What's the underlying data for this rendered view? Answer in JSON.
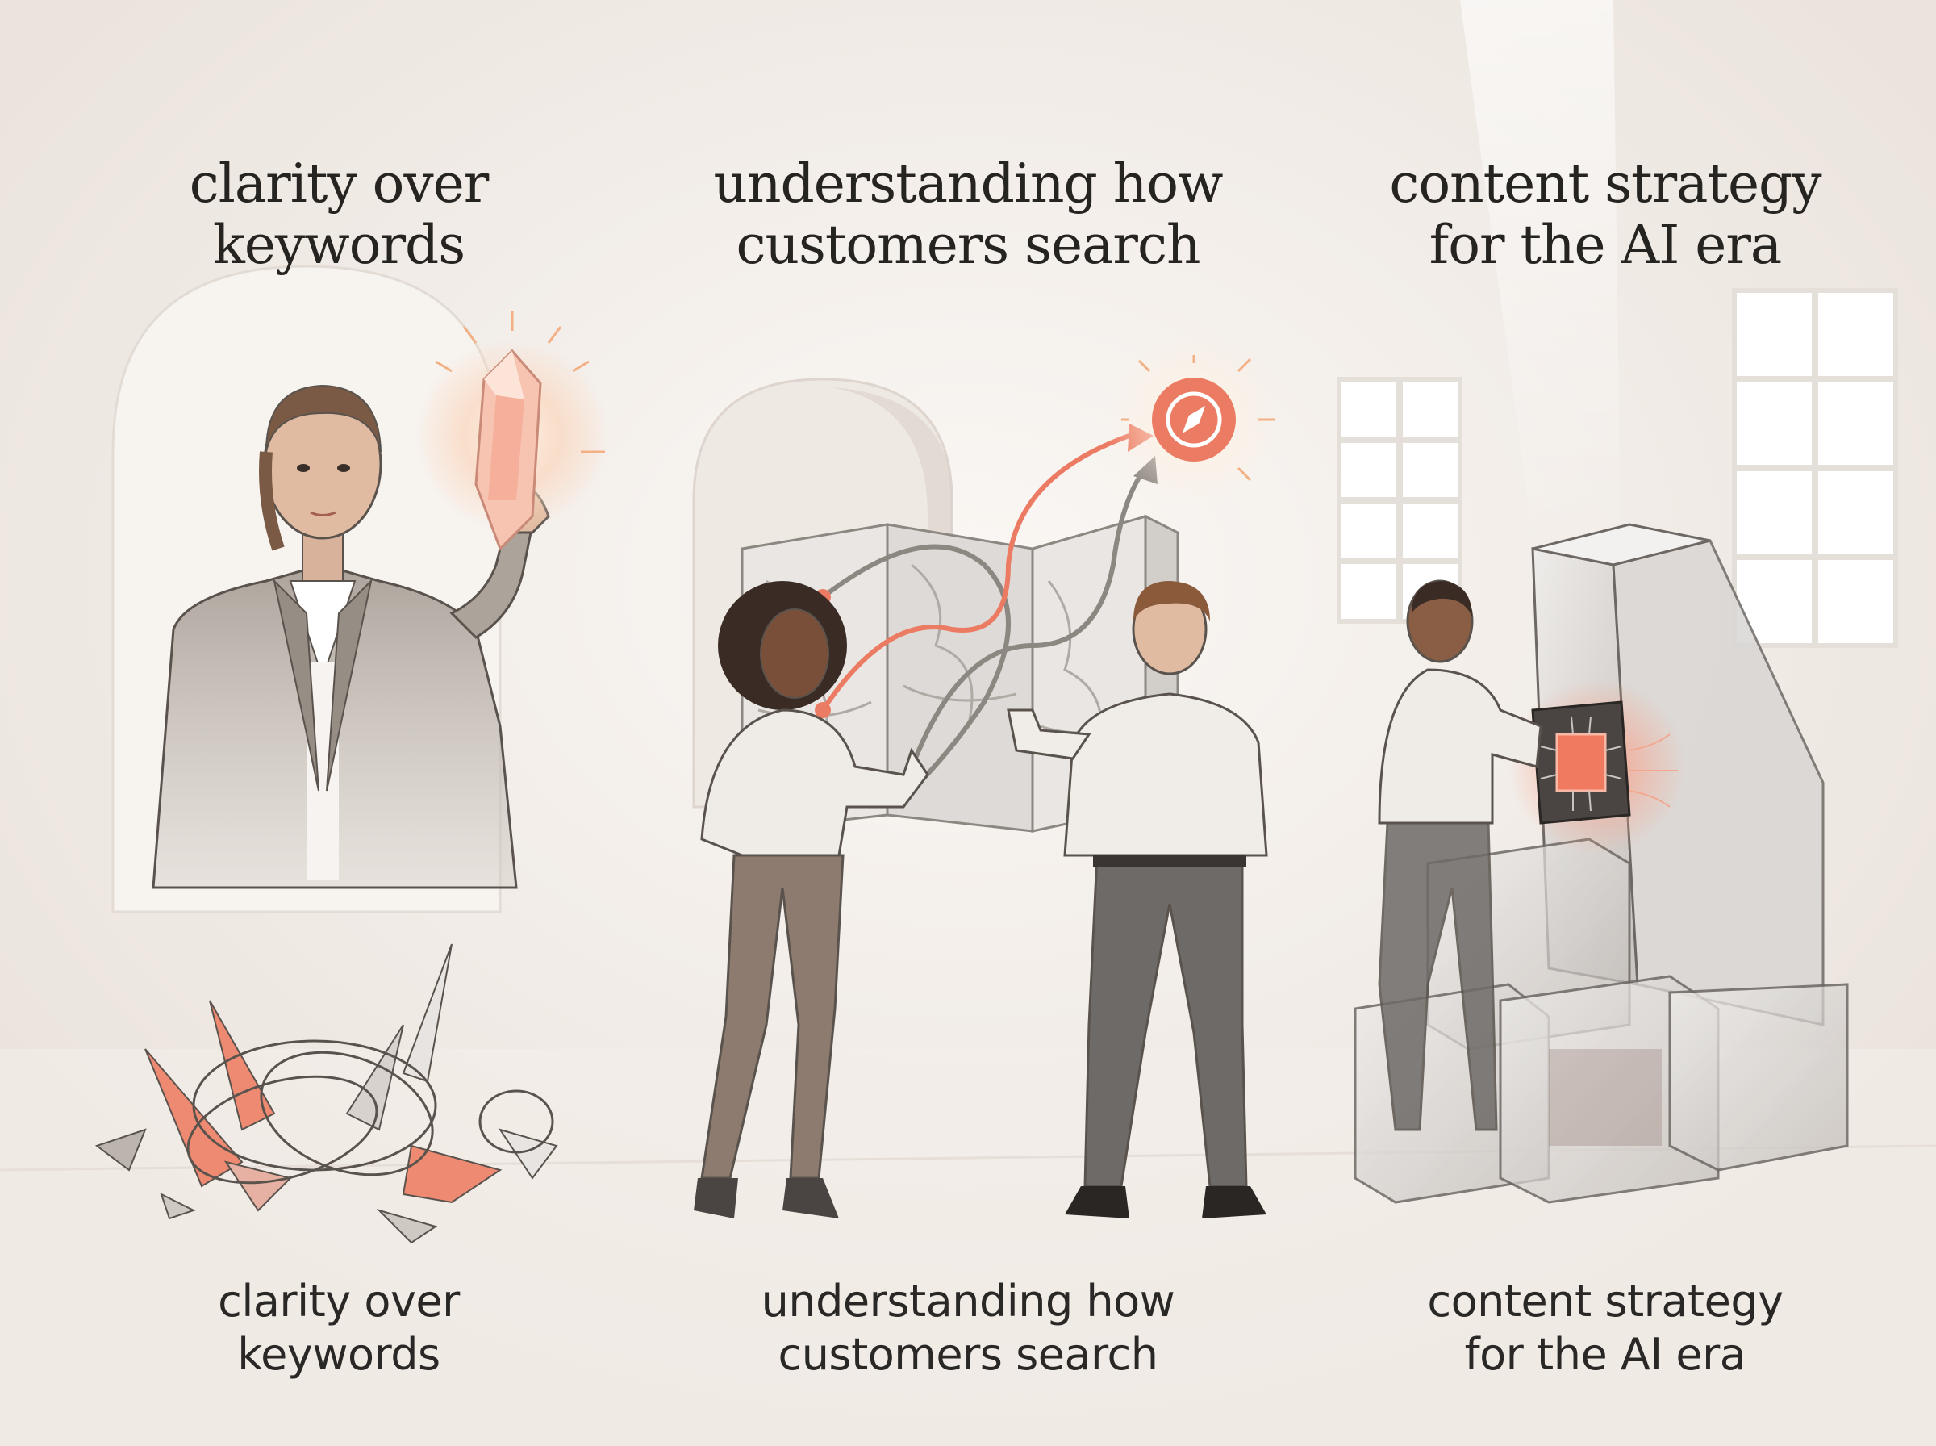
{
  "colors": {
    "accent": "#ec7b63",
    "accent_light": "#f7b9a8",
    "ink": "#262421",
    "suit_gray": "#a59d95",
    "trouser_brown": "#8c7b6e",
    "trouser_gray": "#6e6a67",
    "glass": "#d9d6d4",
    "background": "#f1ece7"
  },
  "icons": {
    "gem": "glowing-crystal-icon",
    "compass": "compass-icon",
    "chip": "ai-chip-icon"
  },
  "panels": [
    {
      "title_line1": "clarity over",
      "title_line2": "keywords",
      "caption_line1": "clarity over",
      "caption_line2": "keywords"
    },
    {
      "title_line1": "understanding how",
      "title_line2": "customers search",
      "caption_line1": "understanding how",
      "caption_line2": "customers search"
    },
    {
      "title_line1": "content strategy",
      "title_line2": "for the AI era",
      "caption_line1": "content strategy",
      "caption_line2": "for the AI era"
    }
  ]
}
